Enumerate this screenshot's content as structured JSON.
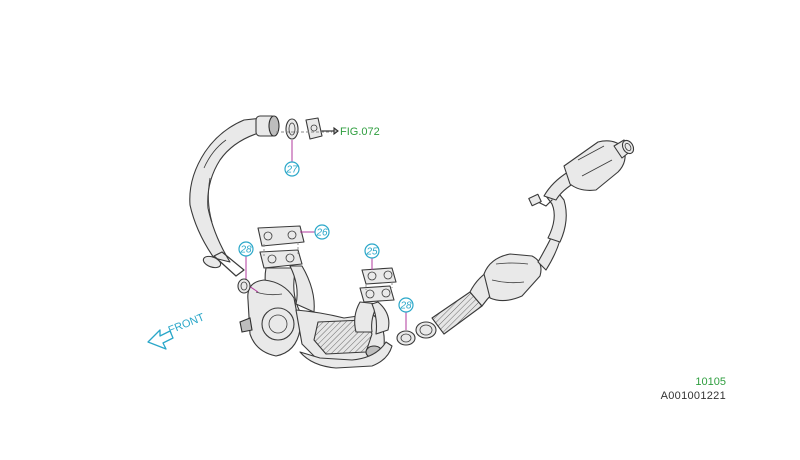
{
  "colors": {
    "callout": "#2aa7c9",
    "leader": "#b0389c",
    "reference": "#2f9e3f",
    "line": "#3a3a3a"
  },
  "reference_label": "FIG.072",
  "front_label": "FRONT",
  "diagram_number": "10105",
  "image_code": "A001001221",
  "callouts": [
    "27",
    "26",
    "28",
    "25",
    "28"
  ]
}
